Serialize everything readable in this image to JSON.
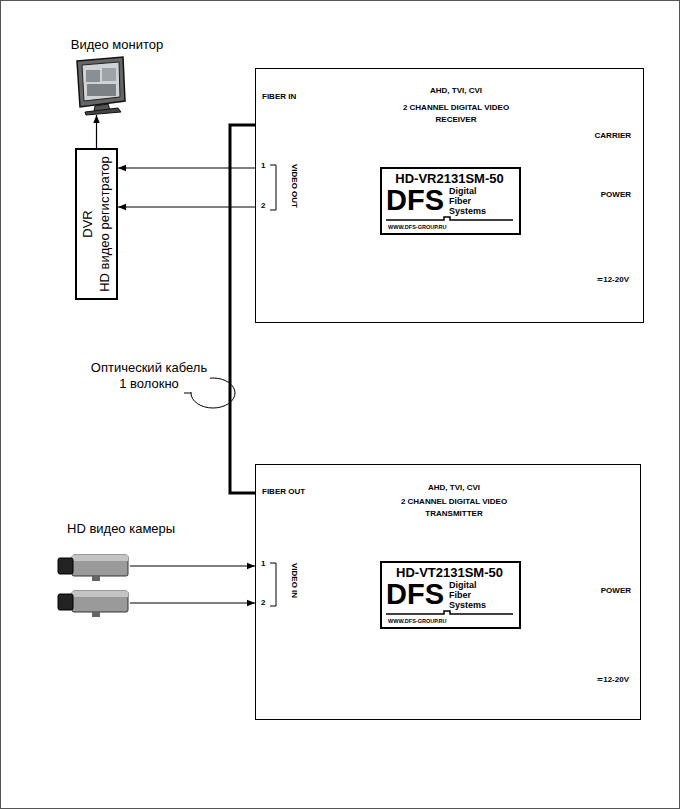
{
  "diagram": {
    "nodes": [
      {
        "text": [
          "Видео монитор"
        ]
      },
      {
        "text": [
          "DVR",
          "HD видео регистратор"
        ]
      },
      {
        "text": [
          "AHD, TVI, CVI",
          "2 CHANNEL DIGITAL VIDEO RECEIVER"
        ]
      },
      {
        "text": [
          "HD-VR2131SM-50",
          "DFS",
          "Digital Fiber Systems",
          "WWW.DFS-GROUP.RU"
        ],
        "in": 2
      },
      {
        "text": [
          "AHD, TVI, CVI",
          "2 CHANNEL DIGITAL VIDEO TRANSMITTER"
        ]
      },
      {
        "text": [
          "HD-VT2131SM-50",
          "DFS",
          "Digital Fiber Systems",
          "WWW.DFS-GROUP.RU"
        ],
        "in": 4
      },
      {
        "text": [
          "HD видео камеры"
        ]
      }
    ],
    "edges": [
      {
        "from": 1,
        "to": 0,
        "arrow": "to"
      },
      {
        "from": 2,
        "to": 1,
        "arrow": "to"
      },
      {
        "from": 2,
        "to": 1,
        "arrow": "to"
      },
      {
        "from": 4,
        "to": 2,
        "arrow": "none",
        "label": "Оптический кабель 1 волокно"
      },
      {
        "from": 6,
        "to": 4,
        "arrow": "to"
      },
      {
        "from": 6,
        "to": 4,
        "arrow": "to"
      }
    ],
    "labels": [
      "FIBER IN",
      "VIDEO OUT",
      "1",
      "2",
      "CARRIER",
      "POWER",
      "≂12-20V",
      "FIBER OUT",
      "VIDEO IN",
      "1",
      "2",
      "POWER",
      "≂12-20V"
    ]
  }
}
